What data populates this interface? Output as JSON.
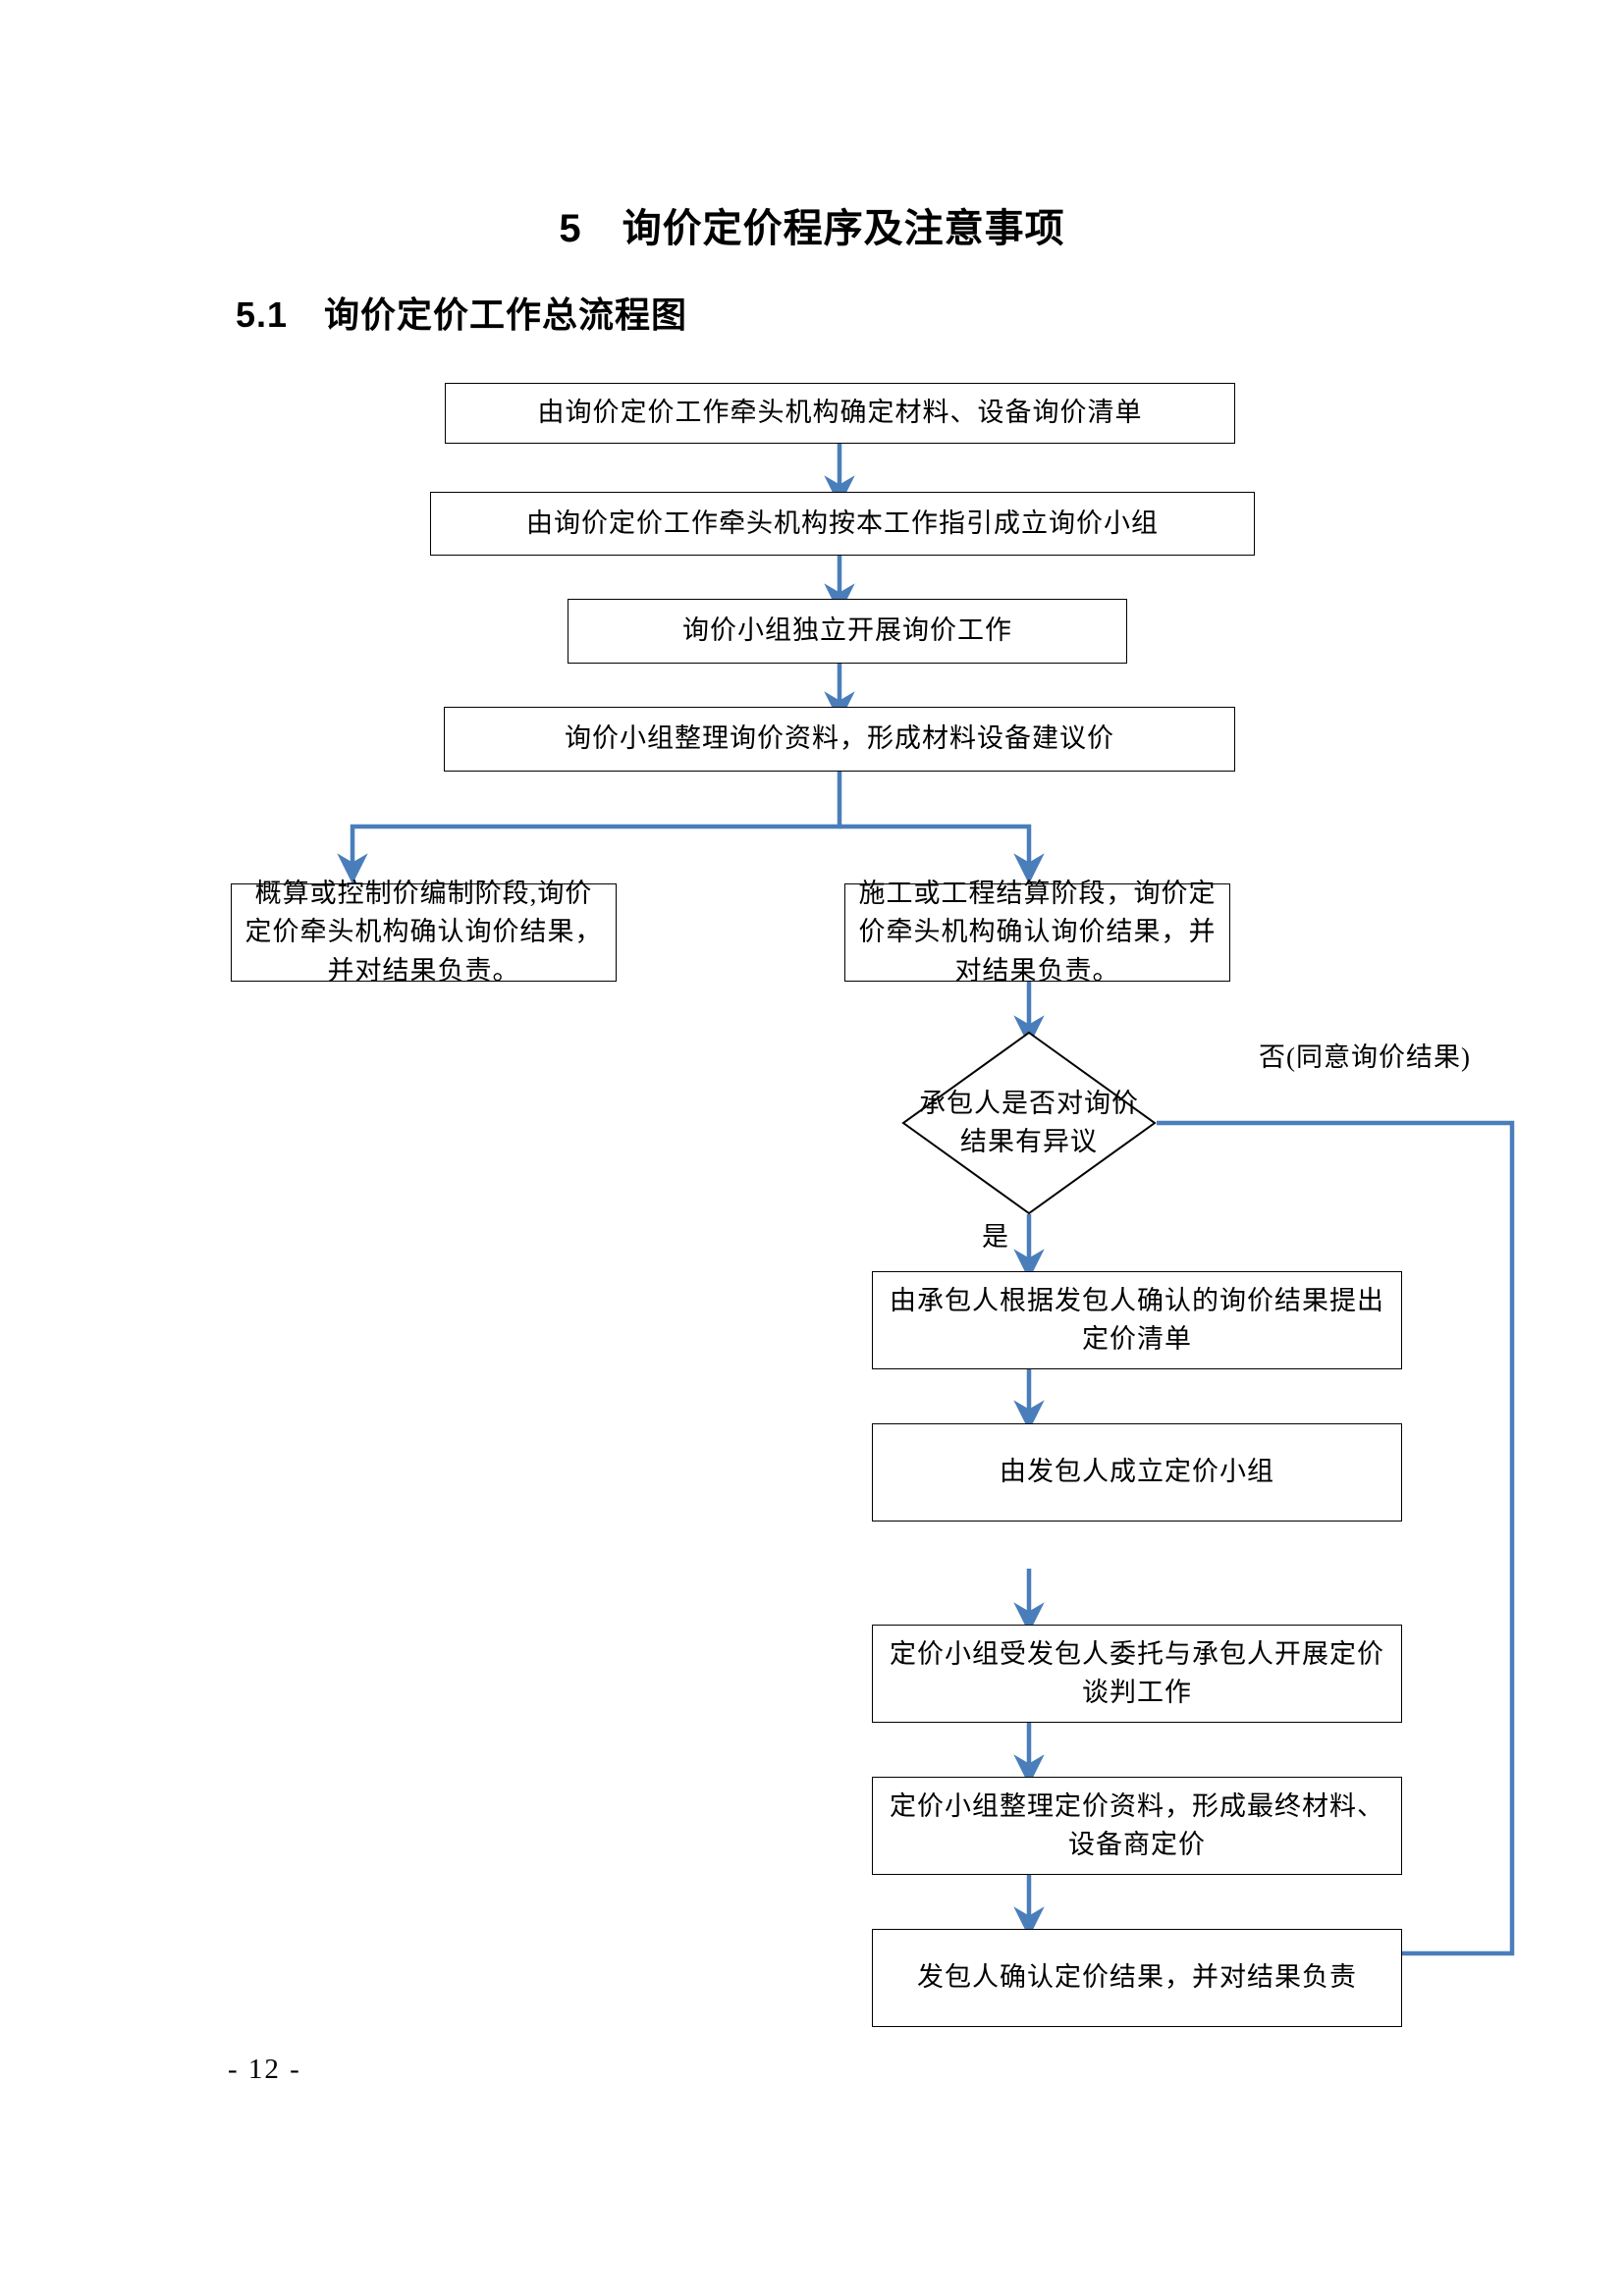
{
  "document": {
    "title": "5　询价定价程序及注意事项",
    "subtitle": "5.1　询价定价工作总流程图",
    "page_number": "- 12 -"
  },
  "theme": {
    "connector_color": "#4A7EBB",
    "node_border_color": "#000000",
    "text_color": "#000000",
    "background": "#FFFFFF"
  },
  "chart_data": {
    "type": "diagram",
    "diagram_kind": "flowchart",
    "title": "询价定价工作总流程图",
    "nodes": [
      {
        "id": "n1",
        "shape": "rect",
        "text": "由询价定价工作牵头机构确定材料、设备询价清单"
      },
      {
        "id": "n2",
        "shape": "rect",
        "text": "由询价定价工作牵头机构按本工作指引成立询价小组"
      },
      {
        "id": "n3",
        "shape": "rect",
        "text": "询价小组独立开展询价工作"
      },
      {
        "id": "n4",
        "shape": "rect",
        "text": "询价小组整理询价资料，形成材料设备建议价"
      },
      {
        "id": "n5",
        "shape": "rect",
        "text": "概算或控制价编制阶段,询价定价牵头机构确认询价结果，并对结果负责。"
      },
      {
        "id": "n6",
        "shape": "rect",
        "text": "施工或工程结算阶段，询价定价牵头机构确认询价结果，并对结果负责。"
      },
      {
        "id": "d1",
        "shape": "diamond",
        "text": "承包人是否对询价结果有异议"
      },
      {
        "id": "n7",
        "shape": "rect",
        "text": "由承包人根据发包人确认的询价结果提出定价清单"
      },
      {
        "id": "n8",
        "shape": "rect",
        "text": "由发包人成立定价小组"
      },
      {
        "id": "n9",
        "shape": "rect",
        "text": "定价小组受发包人委托与承包人开展定价谈判工作"
      },
      {
        "id": "n10",
        "shape": "rect",
        "text": "定价小组整理定价资料，形成最终材料、设备商定价"
      },
      {
        "id": "n11",
        "shape": "rect",
        "text": "发包人确认定价结果，并对结果负责"
      }
    ],
    "edges": [
      {
        "from": "n1",
        "to": "n2",
        "label": ""
      },
      {
        "from": "n2",
        "to": "n3",
        "label": ""
      },
      {
        "from": "n3",
        "to": "n4",
        "label": ""
      },
      {
        "from": "n4",
        "to": "n5",
        "label": ""
      },
      {
        "from": "n4",
        "to": "n6",
        "label": ""
      },
      {
        "from": "n6",
        "to": "d1",
        "label": ""
      },
      {
        "from": "d1",
        "to": "n7",
        "label": "是"
      },
      {
        "from": "d1",
        "to": "n11",
        "label": "否(同意询价结果)"
      },
      {
        "from": "n7",
        "to": "n8",
        "label": ""
      },
      {
        "from": "n8",
        "to": "n9",
        "label": ""
      },
      {
        "from": "n9",
        "to": "n10",
        "label": ""
      },
      {
        "from": "n10",
        "to": "n11",
        "label": ""
      }
    ],
    "edge_labels": {
      "no_branch": "否(同意询价结果)",
      "yes_branch": "是"
    }
  }
}
